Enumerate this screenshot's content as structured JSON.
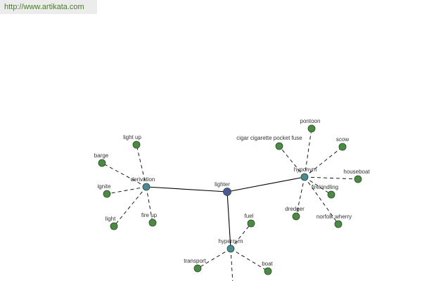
{
  "source_link": "http://www.artikata.com",
  "colors": {
    "root_node": "#4a5a9a",
    "relation_node": "#4a8a92",
    "leaf_node": "#4a8a42",
    "node_stroke": "#2a4a2a",
    "edge": "#000000",
    "link_text": "#4a7a2a"
  },
  "graph": {
    "root": {
      "id": "lighter",
      "label": "lighter"
    },
    "relations": [
      {
        "id": "derivation",
        "label": "derivation"
      },
      {
        "id": "hyponym",
        "label": "hyponym"
      },
      {
        "id": "hypernym",
        "label": "hypernym"
      }
    ],
    "leaves": [
      {
        "id": "light-up",
        "label": "light up",
        "parent": "derivation"
      },
      {
        "id": "barge",
        "label": "barge",
        "parent": "derivation"
      },
      {
        "id": "ignite",
        "label": "ignite",
        "parent": "derivation"
      },
      {
        "id": "light",
        "label": "light",
        "parent": "derivation"
      },
      {
        "id": "fire-up",
        "label": "fire up",
        "parent": "derivation"
      },
      {
        "id": "pontoon",
        "label": "pontoon",
        "parent": "hyponym"
      },
      {
        "id": "cigar-cigarette-pocket-fuse",
        "label": "cigar cigarette pocket fuse",
        "parent": "hyponym"
      },
      {
        "id": "scow",
        "label": "scow",
        "parent": "hyponym"
      },
      {
        "id": "houseboat",
        "label": "houseboat",
        "parent": "hyponym"
      },
      {
        "id": "firekindling",
        "label": "firekindling",
        "parent": "hyponym"
      },
      {
        "id": "dredger",
        "label": "dredger",
        "parent": "hyponym"
      },
      {
        "id": "norfolk-wherry",
        "label": "norfolk wherry",
        "parent": "hyponym"
      },
      {
        "id": "fuel",
        "label": "fuel",
        "parent": "hypernym"
      },
      {
        "id": "transport",
        "label": "transport",
        "parent": "hypernym"
      },
      {
        "id": "boat",
        "label": "boat",
        "parent": "hypernym"
      },
      {
        "id": "offscreen-hypernym-leaf",
        "label": "",
        "parent": "hypernym"
      }
    ]
  }
}
